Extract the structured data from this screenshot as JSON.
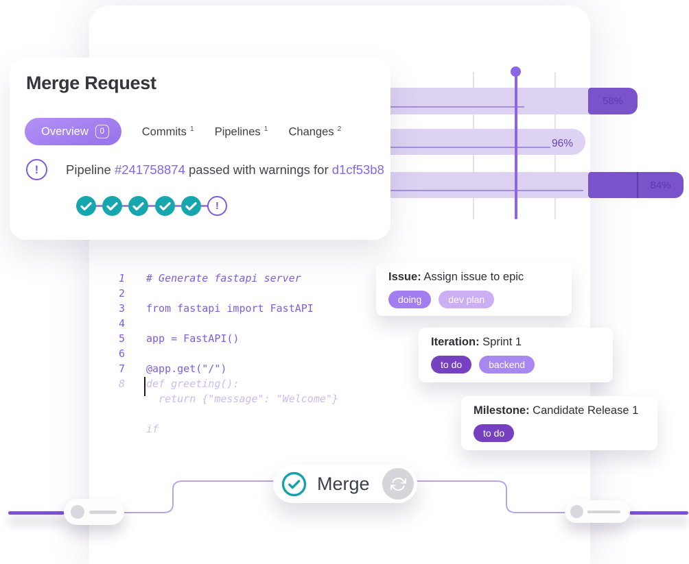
{
  "merge_request_card": {
    "title": "Merge Request",
    "tabs": [
      {
        "label": "Overview",
        "badge": "0",
        "active": true
      },
      {
        "label": "Commits",
        "count": "1",
        "active": false
      },
      {
        "label": "Pipelines",
        "count": "1",
        "active": false
      },
      {
        "label": "Changes",
        "count": "2",
        "active": false
      }
    ],
    "status": {
      "prefix": "Pipeline ",
      "pipeline_id": "#241758874",
      "middle": " passed with warnings for ",
      "commit_hash": "d1cf53b8"
    },
    "stages": {
      "passed": 5,
      "warnings": 1
    }
  },
  "chart_data": {
    "type": "bar",
    "orientation": "horizontal",
    "rows": [
      {
        "label": "58%",
        "value": 58
      },
      {
        "label": "96%",
        "value": 96
      },
      {
        "label": "84%",
        "value": 84
      }
    ],
    "grid": true,
    "marker": "current-date-line"
  },
  "code_editor": {
    "lines": [
      {
        "num": "1",
        "text": "# Generate fastapi server",
        "comment": true
      },
      {
        "num": "2",
        "text": ""
      },
      {
        "num": "3",
        "text": "from fastapi import FastAPI"
      },
      {
        "num": "4",
        "text": ""
      },
      {
        "num": "5",
        "text": "app = FastAPI()"
      },
      {
        "num": "6",
        "text": ""
      },
      {
        "num": "7",
        "text": "@app.get(\"/\")"
      },
      {
        "num": "8",
        "text": "def greeting():",
        "ghost": true,
        "cursor": true
      },
      {
        "num": "",
        "text": "  return {\"message\": \"Welcome\"}",
        "ghost": true
      },
      {
        "num": "",
        "text": ""
      },
      {
        "num": "",
        "text": "if",
        "ghost": true
      }
    ]
  },
  "issue_cards": [
    {
      "id": "issue",
      "title_label": "Issue:",
      "title_text": " Assign issue to epic",
      "tags": [
        {
          "label": "doing",
          "bg": "#a37ef1"
        },
        {
          "label": "dev plan",
          "bg": "#cbaef3"
        }
      ]
    },
    {
      "id": "iteration",
      "title_label": "Iteration:",
      "title_text": " Sprint 1",
      "tags": [
        {
          "label": "to do",
          "bg": "#7541c1"
        },
        {
          "label": "backend",
          "bg": "#a987f0"
        }
      ]
    },
    {
      "id": "milestone",
      "title_label": "Milestone:",
      "title_text": " Candidate Release 1",
      "tags": [
        {
          "label": "to do",
          "bg": "#7541c1"
        }
      ]
    }
  ],
  "merge_flow": {
    "merge_label": "Merge"
  },
  "colors": {
    "accent_purple": "#7d5ce0",
    "bar_light": "#ded2f3",
    "bar_dark": "#7a52ca",
    "timeline_marker": "#8c64e6",
    "teal_success": "#16a7ae",
    "connector_thin": "#b7a3e9",
    "branch_line": "#7b53cc",
    "code_purple": "#7e5ce4",
    "code_ghost": "#c9bcf1",
    "text_dark": "#35353e"
  }
}
